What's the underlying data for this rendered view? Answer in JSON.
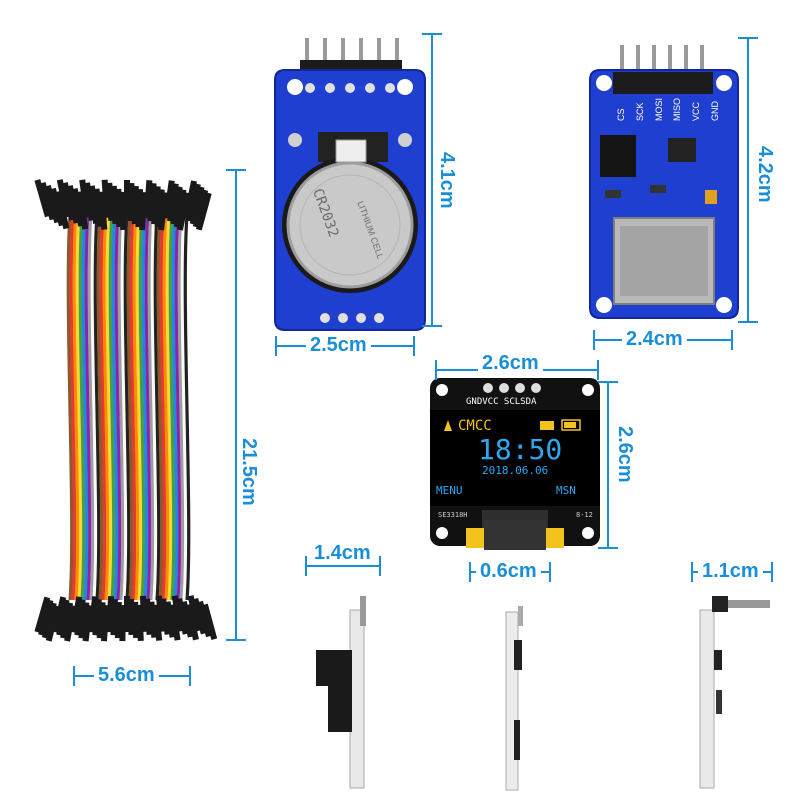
{
  "dimensions": {
    "jumper_height": "21.5cm",
    "jumper_width": "5.6cm",
    "rtc_height": "4.1cm",
    "rtc_width": "2.5cm",
    "sd_height": "4.2cm",
    "sd_width": "2.4cm",
    "oled_width": "2.6cm",
    "oled_height": "2.6cm",
    "rtc_side": "1.4cm",
    "oled_side": "0.6cm",
    "sd_side": "1.1cm"
  },
  "rtc_battery": {
    "line1": "CR2032",
    "line2": "LITHIUM CELL"
  },
  "sd_pins": [
    "CS",
    "SCK",
    "MOSI",
    "MISO",
    "VCC",
    "GND"
  ],
  "oled": {
    "pins": "GNDVCC SCLSDA",
    "carrier": "CMCC",
    "time": "18:50",
    "date": "2018.06.06",
    "menu_left": "MENU",
    "menu_right": "MSN",
    "silk_left": "SE3318H",
    "silk_right": "8-12"
  },
  "colors": {
    "accent": "#1a8fd8",
    "pcb_blue": "#1f3fd1",
    "oled_yellow": "#f3c21c",
    "oled_blue": "#2aa9f2"
  }
}
